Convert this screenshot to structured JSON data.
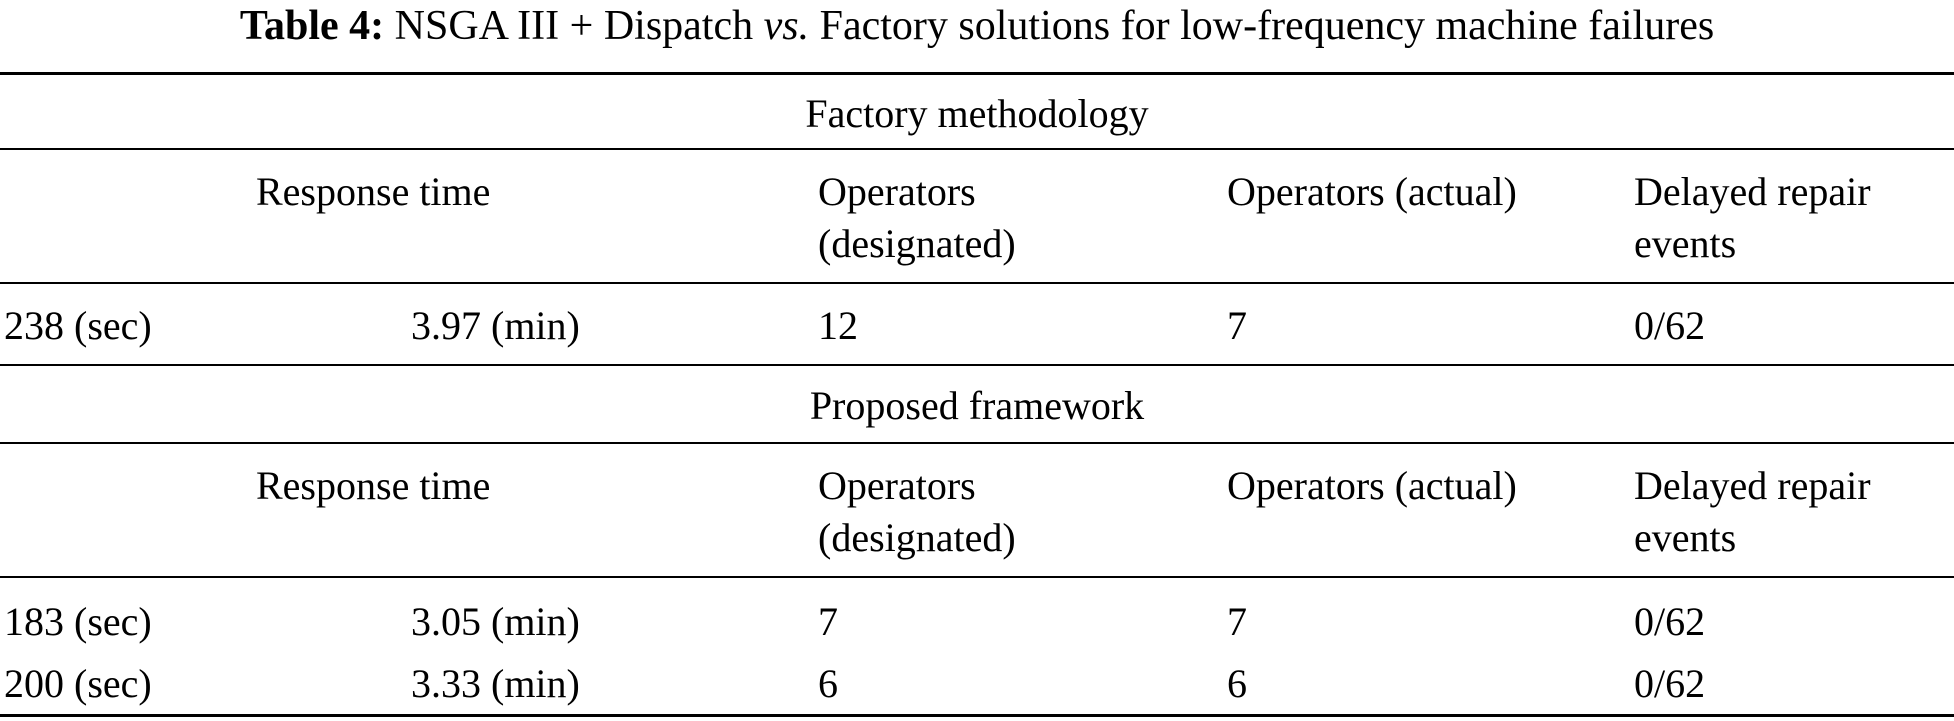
{
  "caption": {
    "label": "Table 4:",
    "text_a": "NSGA III + Dispatch",
    "text_vs": "vs.",
    "text_b": "Factory solutions for low-frequency machine failures"
  },
  "sections": [
    {
      "title": "Factory methodology",
      "headers": {
        "response_time": "Response time",
        "operators_designated_1": "Operators",
        "operators_designated_2": "(designated)",
        "operators_actual": "Operators (actual)",
        "delayed_1": "Delayed repair",
        "delayed_2": "events"
      },
      "rows": [
        {
          "sec": "238 (sec)",
          "min": "3.97 (min)",
          "designated": "12",
          "actual": "7",
          "delayed": "0/62"
        }
      ]
    },
    {
      "title": "Proposed framework",
      "headers": {
        "response_time": "Response time",
        "operators_designated_1": "Operators",
        "operators_designated_2": "(designated)",
        "operators_actual": "Operators (actual)",
        "delayed_1": "Delayed repair",
        "delayed_2": "events"
      },
      "rows": [
        {
          "sec": "183 (sec)",
          "min": "3.05 (min)",
          "designated": "7",
          "actual": "7",
          "delayed": "0/62"
        },
        {
          "sec": "200 (sec)",
          "min": "3.33 (min)",
          "designated": "6",
          "actual": "6",
          "delayed": "0/62"
        }
      ]
    }
  ]
}
